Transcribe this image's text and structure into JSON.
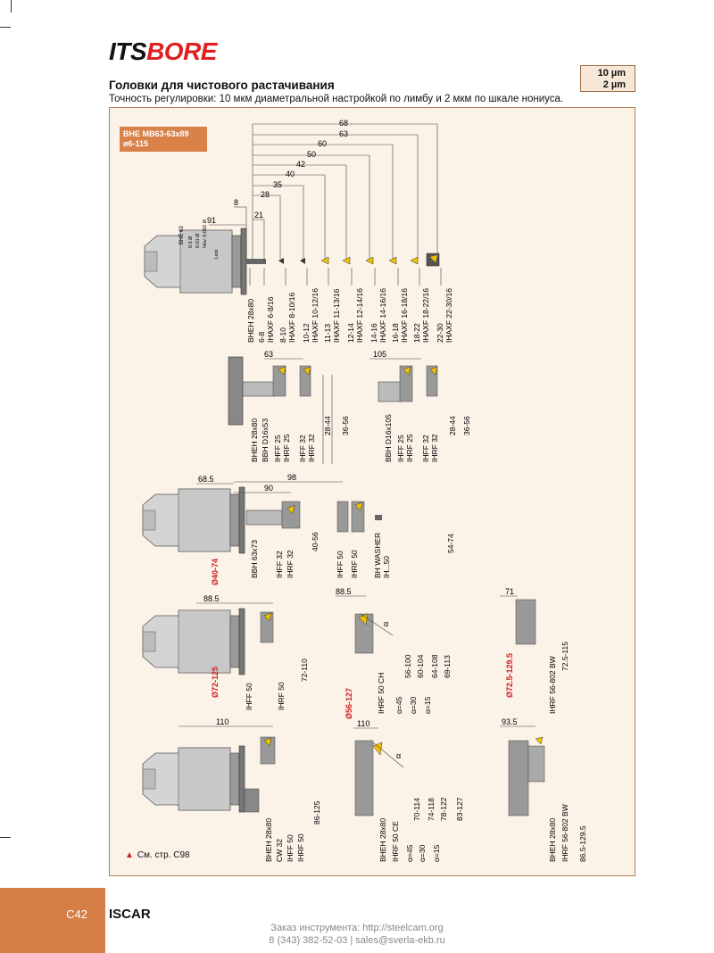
{
  "header": {
    "logo_its": "ITS",
    "logo_bore": "BORE",
    "title": "Головки для чистового растачивания",
    "subtitle": "Точность регулировки:  10 мкм диаметральной настройкой по лимбу и 2 мкм по шкале нониуса.",
    "accuracy_1": "10 µm",
    "accuracy_2": "2 µm"
  },
  "tag": {
    "line1": "BHE MB63-63x89",
    "line2": "ø6-115"
  },
  "section1": {
    "dims": [
      "68",
      "63",
      "60",
      "50",
      "42",
      "40",
      "35",
      "28",
      "8",
      "21",
      "91"
    ],
    "labels": [
      "BHEH 28x80",
      "6-8",
      "IHAXF 6-8/16",
      "8-10",
      "IHAXF 8-10/16",
      "10-12",
      "IHAXF 10-12/16",
      "11-13",
      "IHAXF 11-13/16",
      "12-14",
      "IHAXF 12-14/16",
      "14-16",
      "IHAXF 14-16/16",
      "16-18",
      "IHAXF 16-18/16",
      "18-22",
      "IHAXF 18-22/16",
      "22-30",
      "IHAXF 22-30/16"
    ]
  },
  "section2": {
    "dim_left": "63",
    "dim_right": "105",
    "labels_left": [
      "BHEH 28x80",
      "BBH D16x53",
      "IHFF 25",
      "IHRF 25",
      "IHFF 32",
      "IHRF 32",
      "28-44",
      "36-56"
    ],
    "labels_right": [
      "BBH D16x105",
      "IHFF 25",
      "IHRF 25",
      "IHFF 32",
      "IHRF 32",
      "28-44",
      "36-56"
    ]
  },
  "section3": {
    "dims": [
      "68.5",
      "98",
      "90"
    ],
    "range": "Ø40-74",
    "labels": [
      "BBH 63x73",
      "IHFF 32",
      "IHRF 32",
      "40-56",
      "IHFF 50",
      "IHRF 50",
      "BH WASHER",
      "IH...50",
      "54-74"
    ]
  },
  "section4": {
    "dim_a": "88.5",
    "dim_b": "88.5",
    "dim_c": "71",
    "range_a": "Ø72-125",
    "range_b": "Ø56-127",
    "range_c": "Ø72.5-129.5",
    "alpha": "α",
    "labels_a": [
      "IHFF 50",
      "IHRF 50",
      "72-110"
    ],
    "labels_b": [
      "IHRF 50 CH",
      "α=45",
      "α=30",
      "α=15",
      "56-100",
      "60-104",
      "64-108",
      "69-113"
    ],
    "labels_c": [
      "IHRF 56-802 BW",
      "72.5-115"
    ]
  },
  "section5": {
    "dim_a": "110",
    "dim_b": "110",
    "dim_c": "93.5",
    "alpha": "α",
    "labels_a": [
      "BHEH 28x80",
      "CW 32",
      "IHFF 50",
      "IHRF 50",
      "86-125"
    ],
    "labels_b": [
      "BHEH 28x80",
      "IHRF 50 CE",
      "α=45",
      "α=30",
      "α=15",
      "70-114",
      "74-118",
      "78-122",
      "83-127"
    ],
    "labels_c": [
      "BHEH 28x80",
      "IHRF 56-802 BW",
      "86.5-129.5"
    ]
  },
  "head_engraving": {
    "model": "BHE 63",
    "l1": "0.5 Ø",
    "l2": "0.01 Ø",
    "l3": "Nov. 0.002 Ø",
    "lock": "Lock"
  },
  "note": "См. стр. C98",
  "footer": {
    "page": "C42",
    "brand": "ISCAR",
    "order_line1": "Заказ инструмента: http://steelcam.org",
    "order_line2": "8 (343) 382-52-03  |  sales@sverla-ekb.ru"
  },
  "colors": {
    "accent": "#d57f47",
    "panel": "#fbf2e8",
    "range_red": "#d02020",
    "insert_yellow": "#f2c300"
  }
}
